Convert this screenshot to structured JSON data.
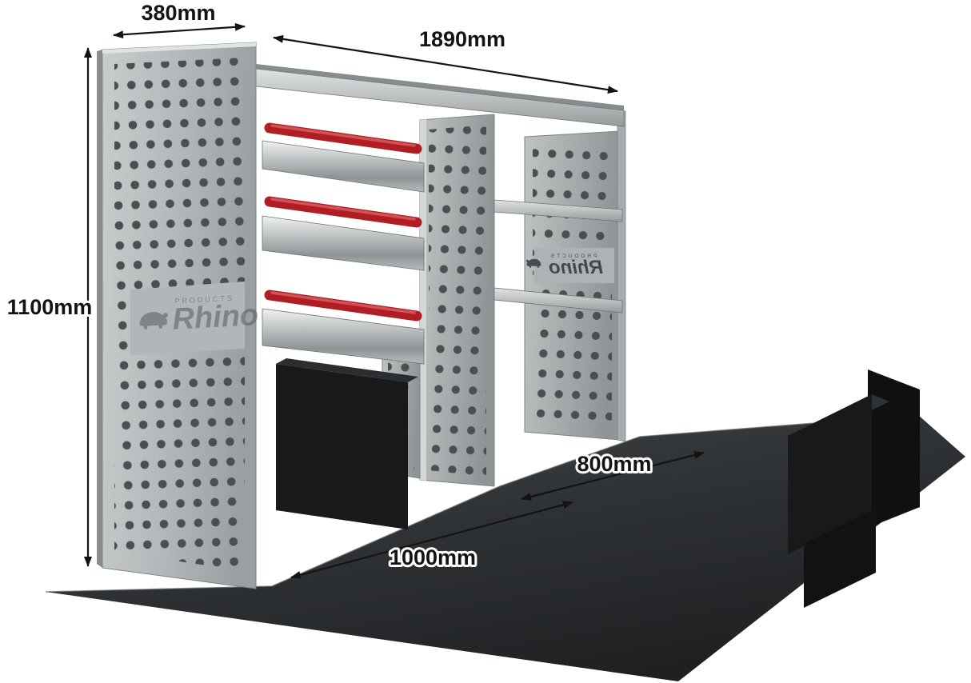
{
  "diagram": {
    "dimensions": {
      "depth": {
        "label": "380mm"
      },
      "length": {
        "label": "1890mm"
      },
      "height": {
        "label": "1100mm"
      },
      "left_module": {
        "label": "1000mm"
      },
      "right_module": {
        "label": "800mm"
      }
    },
    "branding": {
      "name": "Rhino",
      "tagline": "PRODUCTS"
    },
    "colors": {
      "floor": "#2b2e30",
      "panel": "#b5b9bb",
      "perforation": "#4c4f52",
      "bar_red": "#b01e24",
      "annotation": "#131313"
    }
  }
}
